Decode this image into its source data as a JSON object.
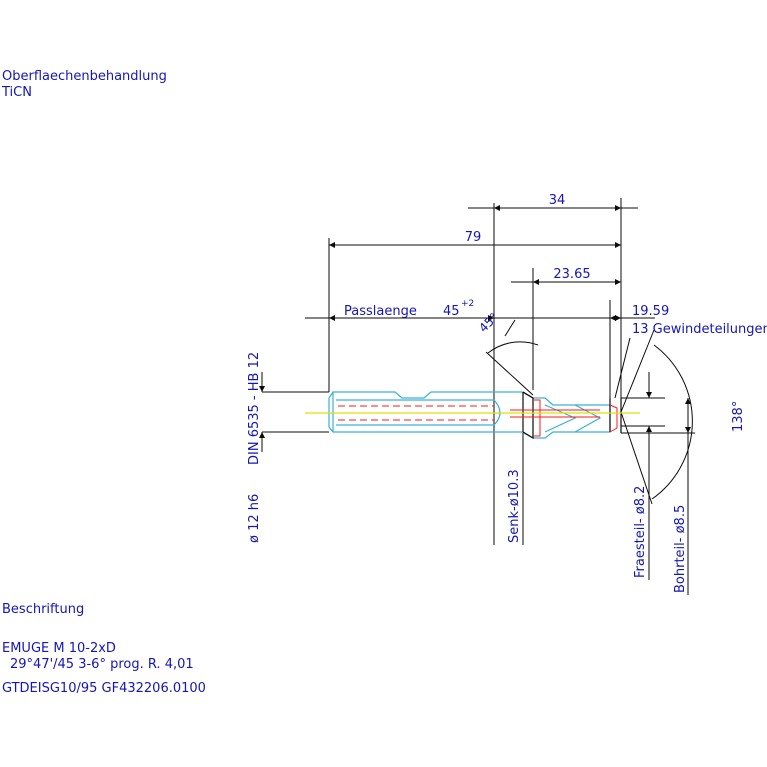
{
  "colors": {
    "text": "#1515b8",
    "geometry": "#0b0b0b",
    "outline": "#3ab0d8",
    "centerline": "#e0e000",
    "hidden": "#ff1a1a"
  },
  "surface_treatment": {
    "heading": "Oberflaechenbehandlung",
    "value": "TiCN"
  },
  "labeling": {
    "heading": "Beschriftung",
    "lines": [
      "EMUGE   M  10-2xD",
      "29°47'/45   3-6°   prog. R. 4,01",
      "GTDEISG10/95        GF432206.0100"
    ]
  },
  "dimensions": {
    "dim_34": "34",
    "dim_79": "79",
    "dim_23_65": "23.65",
    "fit_length_label": "Passlaenge",
    "fit_length_value": "45",
    "fit_length_tolerance": "+2",
    "dim_19_59": "19.59",
    "thread_divisions": "13 Gewindeteilungen",
    "angle_45": "45°",
    "angle_138": "138°",
    "shank_diameter": "ø 12  h6",
    "shank_standard": "DIN  6535  -  HB 12",
    "countersink": "Senk-ø10.3",
    "milling_part": "Fraesteil-   ø8.2",
    "drilling_part": "Bohrteil-   ø8.5"
  }
}
